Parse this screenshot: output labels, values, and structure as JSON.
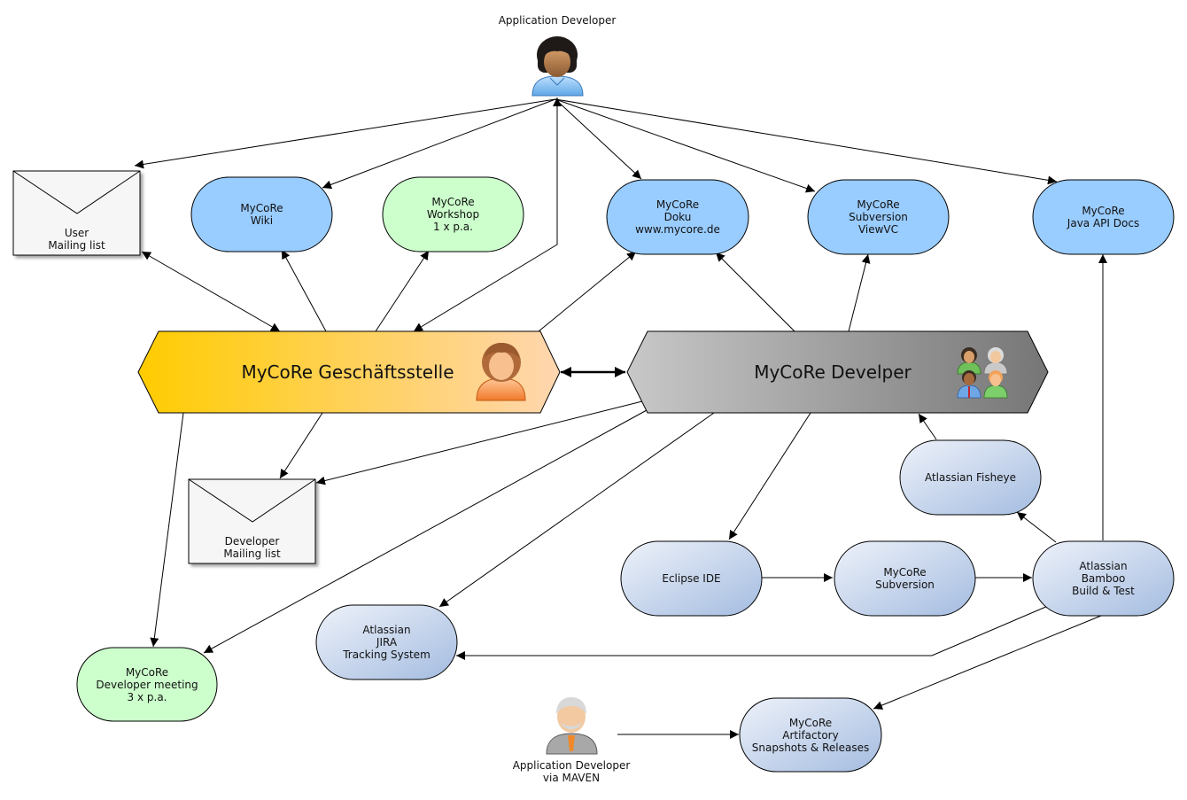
{
  "colors": {
    "blue_node": "#99ccff",
    "green_node": "#ccffcc",
    "tool_node_start": "#e6ecf7",
    "tool_node_end": "#a9bfe0",
    "office_start": "#ffcc00",
    "office_end": "#ffd2a8",
    "developer_start": "#c4c4c4",
    "developer_end": "#7a7a7a",
    "mail_fill": "#f5f5f5",
    "stroke": "#000000"
  },
  "top_actor": {
    "label": "Application Developer",
    "icon": "woman-user-icon"
  },
  "bottom_actor": {
    "label_lines": [
      "Application Developer",
      "via MAVEN"
    ],
    "icon": "man-user-icon"
  },
  "hubs": {
    "office": {
      "label": "MyCoRe Geschäftsstelle",
      "icon": "woman-user-icon"
    },
    "developer": {
      "label": "MyCoRe Develper",
      "icon": "group-users-icon"
    }
  },
  "mail": {
    "user": {
      "lines": [
        "User",
        "Mailing list"
      ],
      "icon": "envelope-icon"
    },
    "developer": {
      "lines": [
        "Developer",
        "Mailing list"
      ],
      "icon": "envelope-icon"
    }
  },
  "nodes": {
    "wiki": {
      "lines": [
        "MyCoRe",
        "Wiki"
      ]
    },
    "workshop": {
      "lines": [
        "MyCoRe",
        "Workshop",
        "1 x p.a."
      ]
    },
    "doku": {
      "lines": [
        "MyCoRe",
        "Doku",
        "www.mycore.de"
      ]
    },
    "viewvc": {
      "lines": [
        "MyCoRe",
        "Subversion",
        "ViewVC"
      ]
    },
    "javadoc": {
      "lines": [
        "MyCoRe",
        "Java API Docs"
      ]
    },
    "fisheye": {
      "lines": [
        "Atlassian Fisheye"
      ]
    },
    "eclipse": {
      "lines": [
        "Eclipse IDE"
      ]
    },
    "subversion": {
      "lines": [
        "MyCoRe",
        "Subversion"
      ]
    },
    "bamboo": {
      "lines": [
        "Atlassian",
        "Bamboo",
        "Build & Test"
      ]
    },
    "jira": {
      "lines": [
        "Atlassian",
        "JIRA",
        "Tracking System"
      ]
    },
    "meeting": {
      "lines": [
        "MyCoRe",
        "Developer meeting",
        "3 x p.a."
      ]
    },
    "artifactory": {
      "lines": [
        "MyCoRe",
        "Artifactory",
        "Snapshots & Releases"
      ]
    }
  }
}
